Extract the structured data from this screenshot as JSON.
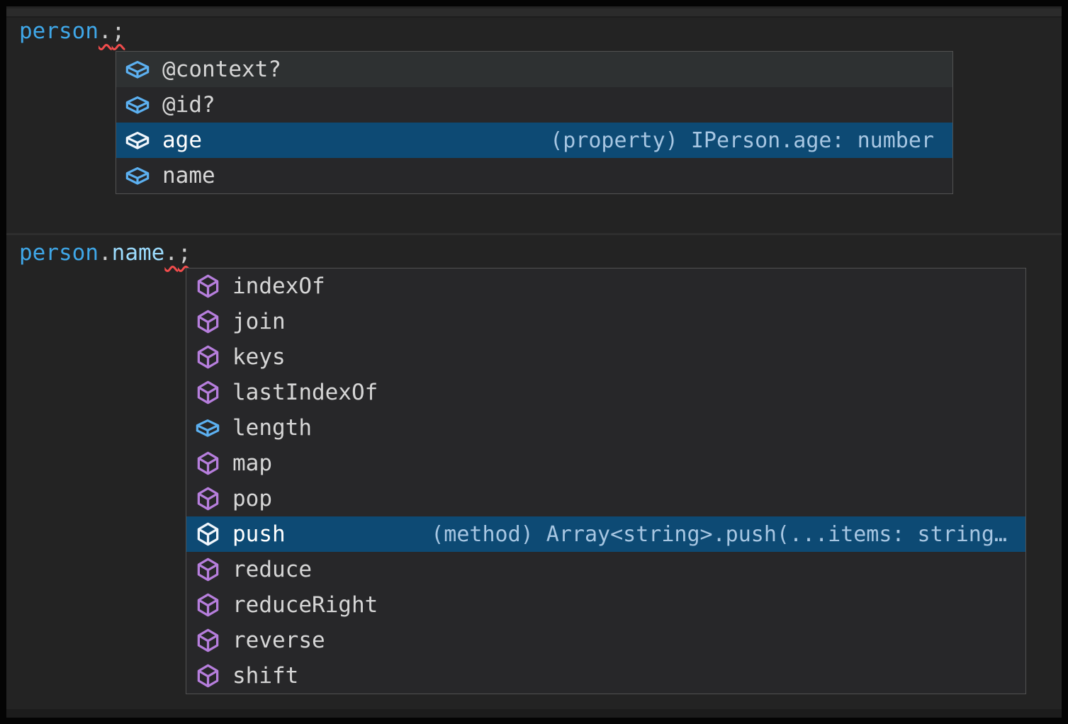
{
  "editor": {
    "line1": {
      "variable": "person",
      "dot": ".",
      "semicolon": ";"
    },
    "line2": {
      "variable": "person",
      "dot1": ".",
      "property": "name",
      "dot2": ".",
      "semicolon": ";"
    },
    "suggest1": {
      "items": [
        {
          "label": "@context?",
          "kind": "field",
          "state": "hover",
          "detail": ""
        },
        {
          "label": "@id?",
          "kind": "field",
          "state": "normal",
          "detail": ""
        },
        {
          "label": "age",
          "kind": "field",
          "state": "selected",
          "detail": "(property) IPerson.age: number"
        },
        {
          "label": "name",
          "kind": "field",
          "state": "normal",
          "detail": ""
        }
      ]
    },
    "suggest2": {
      "items": [
        {
          "label": "indexOf",
          "kind": "method",
          "state": "normal",
          "detail": ""
        },
        {
          "label": "join",
          "kind": "method",
          "state": "normal",
          "detail": ""
        },
        {
          "label": "keys",
          "kind": "method",
          "state": "normal",
          "detail": ""
        },
        {
          "label": "lastIndexOf",
          "kind": "method",
          "state": "normal",
          "detail": ""
        },
        {
          "label": "length",
          "kind": "field",
          "state": "normal",
          "detail": ""
        },
        {
          "label": "map",
          "kind": "method",
          "state": "normal",
          "detail": ""
        },
        {
          "label": "pop",
          "kind": "method",
          "state": "normal",
          "detail": ""
        },
        {
          "label": "push",
          "kind": "method",
          "state": "selected",
          "detail": "(method) Array<string>.push(...items: string…"
        },
        {
          "label": "reduce",
          "kind": "method",
          "state": "normal",
          "detail": ""
        },
        {
          "label": "reduceRight",
          "kind": "method",
          "state": "normal",
          "detail": ""
        },
        {
          "label": "reverse",
          "kind": "method",
          "state": "normal",
          "detail": ""
        },
        {
          "label": "shift",
          "kind": "method",
          "state": "normal",
          "detail": ""
        }
      ]
    },
    "colors": {
      "editor_background": "#232323",
      "frame_border": "#040404",
      "variable_token": "#3fa7e8",
      "property_token": "#9cdcfe",
      "punctuation_token": "#cccccc",
      "error_squiggle": "#f14c4c",
      "suggest_background": "#272729",
      "suggest_border": "#525252",
      "selected_row_background": "#0d4a74",
      "hover_row_background": "#2e3132",
      "item_label": "#d6d6d6",
      "selected_label": "#ffffff",
      "detail_text": "#a7c6e2",
      "field_icon": "#5cb0f0",
      "method_icon": "#b67edc",
      "selected_icon": "#f0f6fc"
    }
  }
}
